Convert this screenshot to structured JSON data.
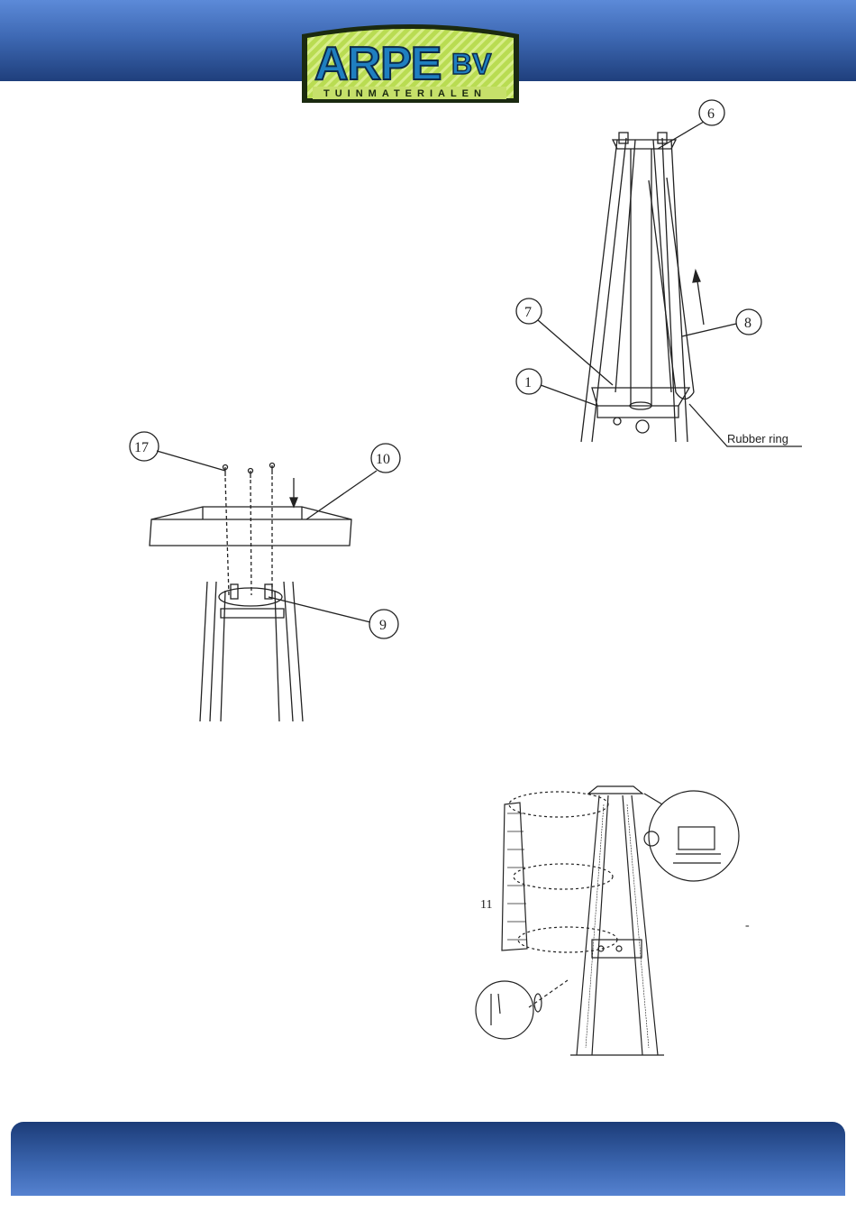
{
  "logo": {
    "brand": "ARPE",
    "suffix": "BV",
    "tagline": "TUINMATERIALEN"
  },
  "figure_top_right": {
    "callouts": [
      "6",
      "7",
      "8",
      "1"
    ],
    "rubber_ring_label": "Rubber ring"
  },
  "figure_left": {
    "callouts": [
      "17",
      "10",
      "9"
    ]
  },
  "figure_bottom_right": {
    "callouts": [
      "11"
    ],
    "dash_mark": "-"
  },
  "colors": {
    "header_top": "#5c8ad8",
    "header_bottom": "#1f3f7c",
    "logo_green": "#a8d23c",
    "logo_blue": "#1f7fc0"
  }
}
